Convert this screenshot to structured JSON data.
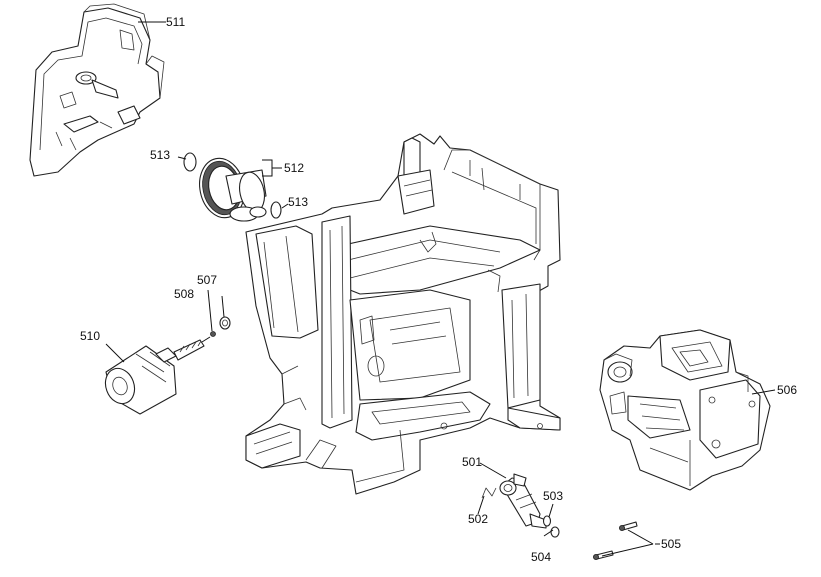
{
  "diagram": {
    "labels": {
      "p501": "501",
      "p502": "502",
      "p503": "503",
      "p504": "504",
      "p505": "505",
      "p506": "506",
      "p507": "507",
      "p508": "508",
      "p510": "510",
      "p511": "511",
      "p512": "512",
      "p513a": "513",
      "p513b": "513"
    }
  }
}
